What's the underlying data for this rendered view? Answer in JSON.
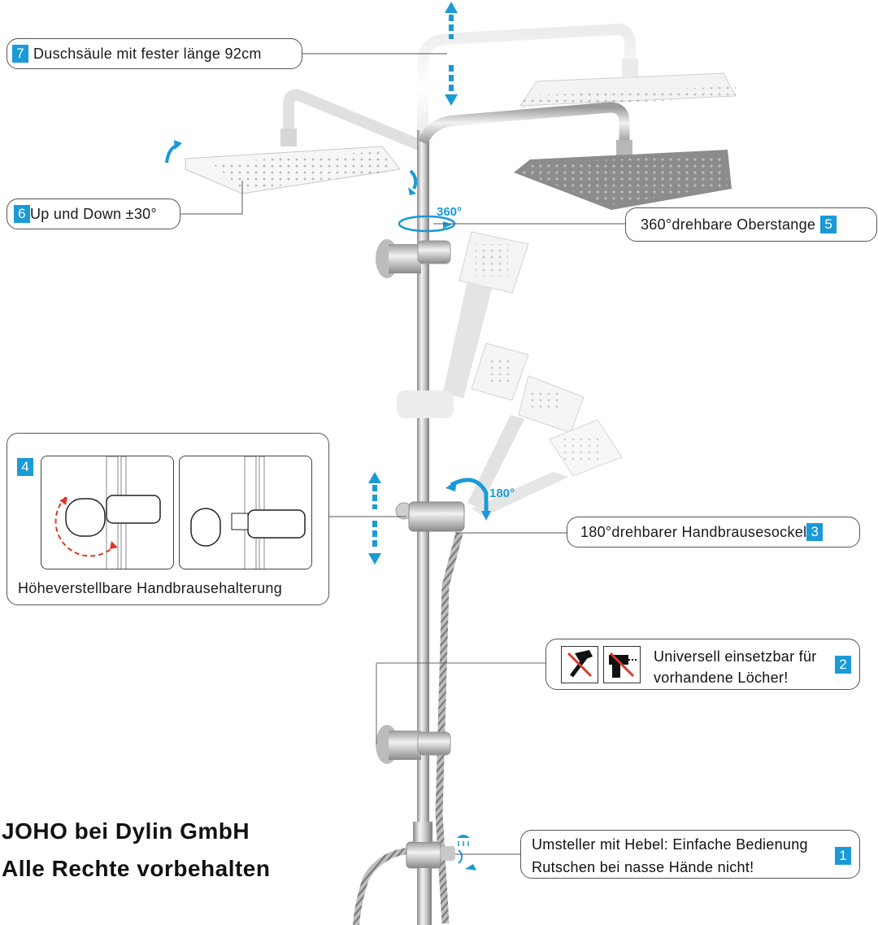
{
  "callouts": {
    "c7": {
      "num": "7",
      "text": "Duschsäule mit fester länge 92cm"
    },
    "c6": {
      "num": "6",
      "text": "Up und Down ±30°"
    },
    "c5": {
      "num": "5",
      "text": "360°drehbare Oberstange"
    },
    "c4": {
      "num": "4",
      "text": "Höheverstellbare Handbrausehalterung"
    },
    "c3": {
      "num": "3",
      "text": "180°drehbarer Handbrausesockel"
    },
    "c2": {
      "num": "2",
      "line1": "Universell einsetzbar für",
      "line2": "vorhandene Löcher!"
    },
    "c1": {
      "num": "1",
      "line1": "Umsteller mit Hebel: Einfache Bedienung",
      "line2": "Rutschen bei nasse Hände nicht!"
    }
  },
  "degree_labels": {
    "rotate_top": "360°",
    "rotate_hand": "180°"
  },
  "copyright": {
    "line1": "JOHO bei Dylin GmbH",
    "line2": "Alle Rechte vorbehalten"
  },
  "icons": [
    "hammer-icon",
    "drill-icon",
    "rotation-arrow-icon",
    "height-arrow-icon",
    "shower-spray-icon"
  ],
  "colors": {
    "accent": "#1a9ad6",
    "chrome": "#c8c8c8",
    "border": "#555555"
  }
}
